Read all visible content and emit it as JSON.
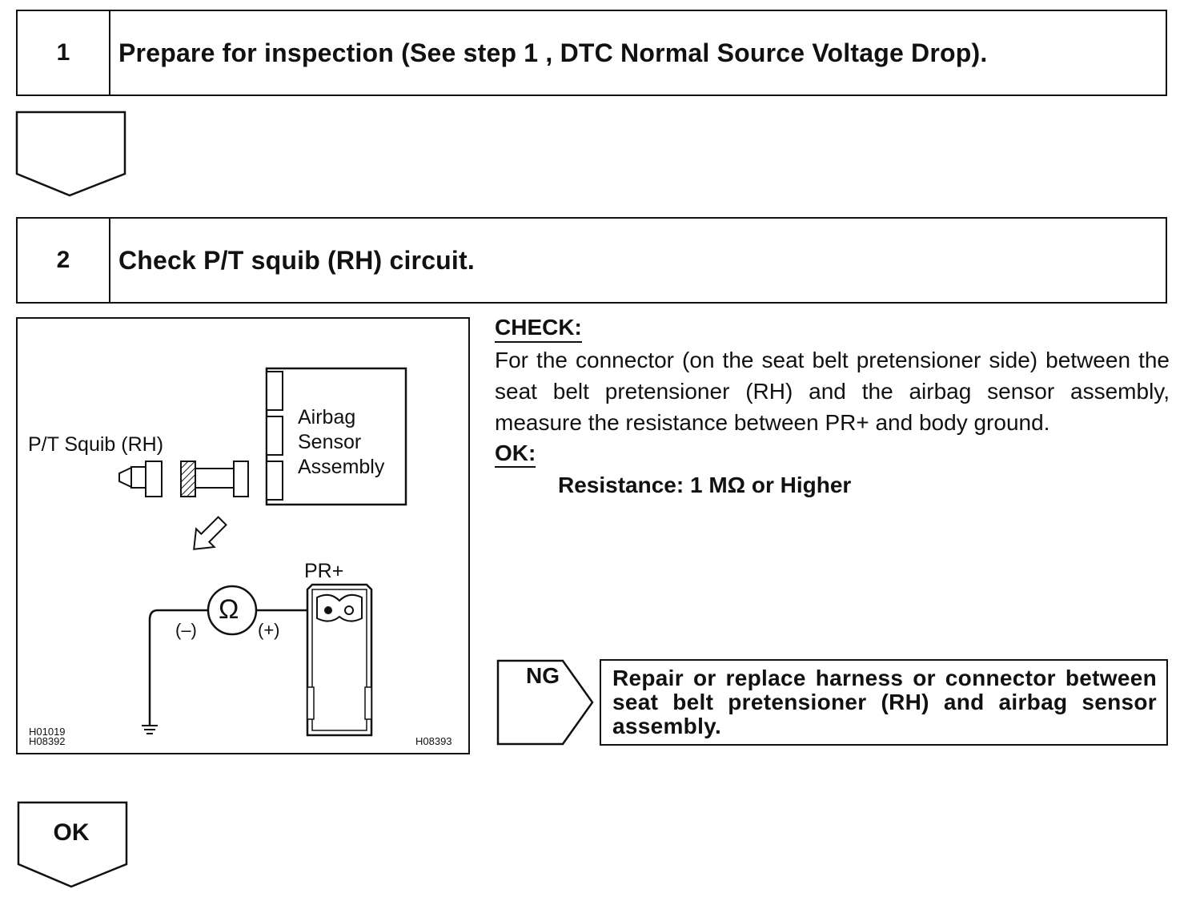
{
  "steps": [
    {
      "number": "1",
      "title": "Prepare for inspection (See step 1 , DTC Normal Source Voltage Drop)."
    },
    {
      "number": "2",
      "title": "Check P/T squib (RH) circuit."
    }
  ],
  "figure": {
    "airbag_label": [
      "Airbag",
      "Sensor",
      "Assembly"
    ],
    "squib_label": "P/T Squib (RH)",
    "terminal_label": "PR+",
    "ohm_symbol": "Ω",
    "minus_label": "(–)",
    "plus_label": "(+)",
    "codes_left": [
      "H01019",
      "H08392"
    ],
    "code_right": "H08393"
  },
  "check": {
    "heading": "CHECK:",
    "text": "For the connector (on the seat belt pretensioner side) between the seat belt pretensioner (RH) and the airbag sensor assembly, measure the resistance between PR+ and body ground.",
    "ok_heading": "OK:",
    "ok_value": "Resistance: 1 MΩ or Higher"
  },
  "ng": {
    "label": "NG",
    "action": "Repair or replace harness or connector between seat belt pretensioner (RH) and airbag sensor assembly."
  },
  "ok_arrow": {
    "label": "OK"
  }
}
